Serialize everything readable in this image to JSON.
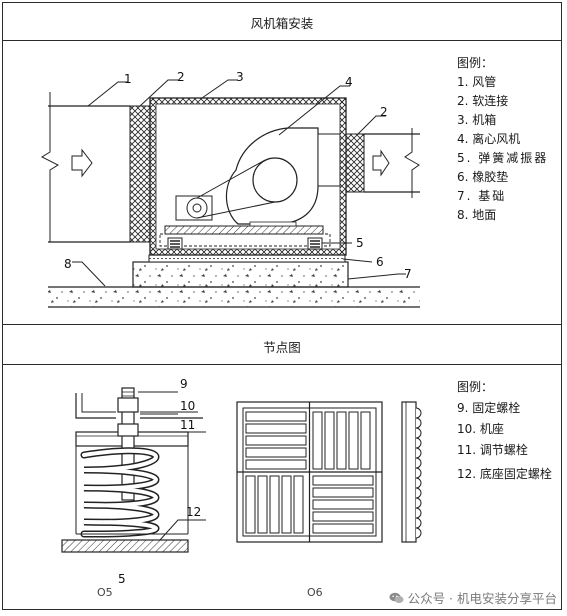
{
  "top_panel": {
    "title": "风机箱安装",
    "legend_title": "图例：",
    "legend_items": [
      "1. 风管",
      "2. 软连接",
      "3. 机箱",
      "4. 离心风机",
      "5. 弹簧减振器",
      "6. 橡胶垫",
      "7. 基础",
      "8. 地面"
    ],
    "callouts": [
      "1",
      "2",
      "3",
      "4",
      "2",
      "5",
      "6",
      "7",
      "8"
    ]
  },
  "bottom_panel": {
    "title": "节点图",
    "legend_title": "图例：",
    "legend_items": [
      "9. 固定螺栓",
      "10. 机座",
      "11. 调节螺栓",
      "12. 底座固定螺栓"
    ],
    "callouts": [
      "9",
      "10",
      "11",
      "12"
    ],
    "caption_label": "5",
    "caption_left": "O5",
    "caption_right": "O6"
  },
  "watermark": {
    "text": "公众号 · 机电安装分享平台",
    "icon": "wechat-icon"
  }
}
